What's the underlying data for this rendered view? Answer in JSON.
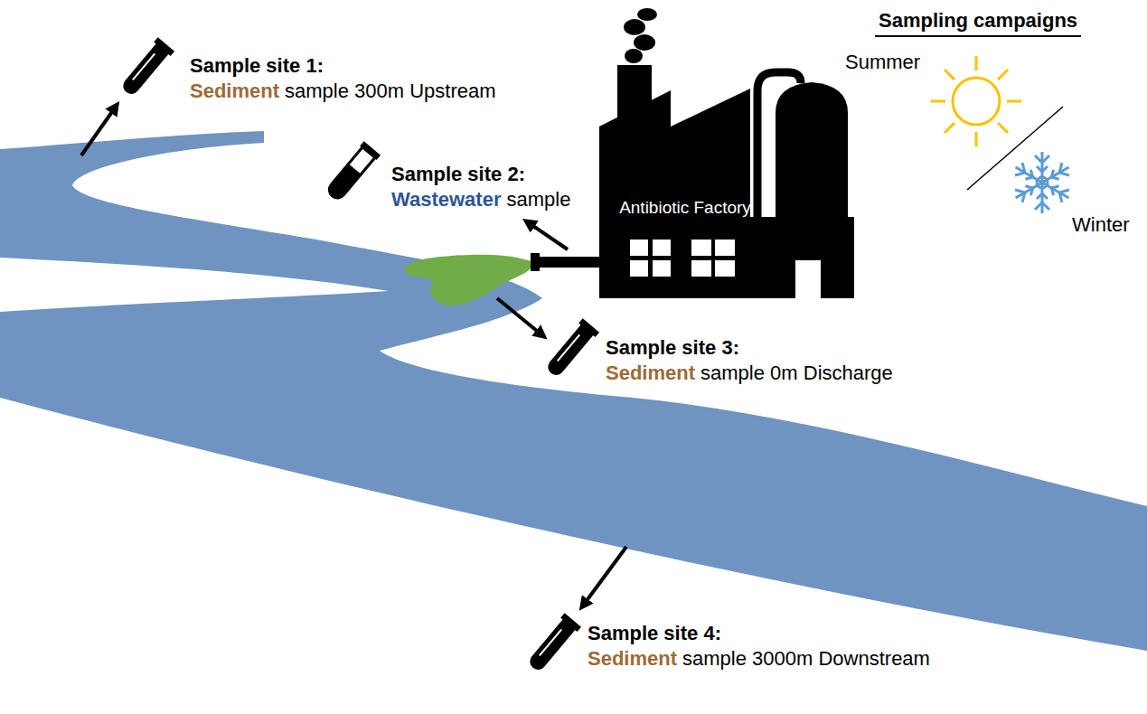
{
  "diagram": {
    "title": "Sampling campaigns",
    "nodes": [
      {
        "text": [
          "Antibiotic Factory"
        ]
      }
    ],
    "labels": [
      "Sample site 1:",
      "Sediment",
      "sample 300m Upstream",
      "Sample site 2:",
      "Wastewater",
      "sample",
      "Sample site 3:",
      "Sediment",
      "sample 0m Discharge",
      "Sample site 4:",
      "Sediment",
      "sample 3000m Downstream"
    ],
    "legend": [
      {
        "text": "Summer"
      },
      {
        "text": "Winter"
      }
    ]
  }
}
